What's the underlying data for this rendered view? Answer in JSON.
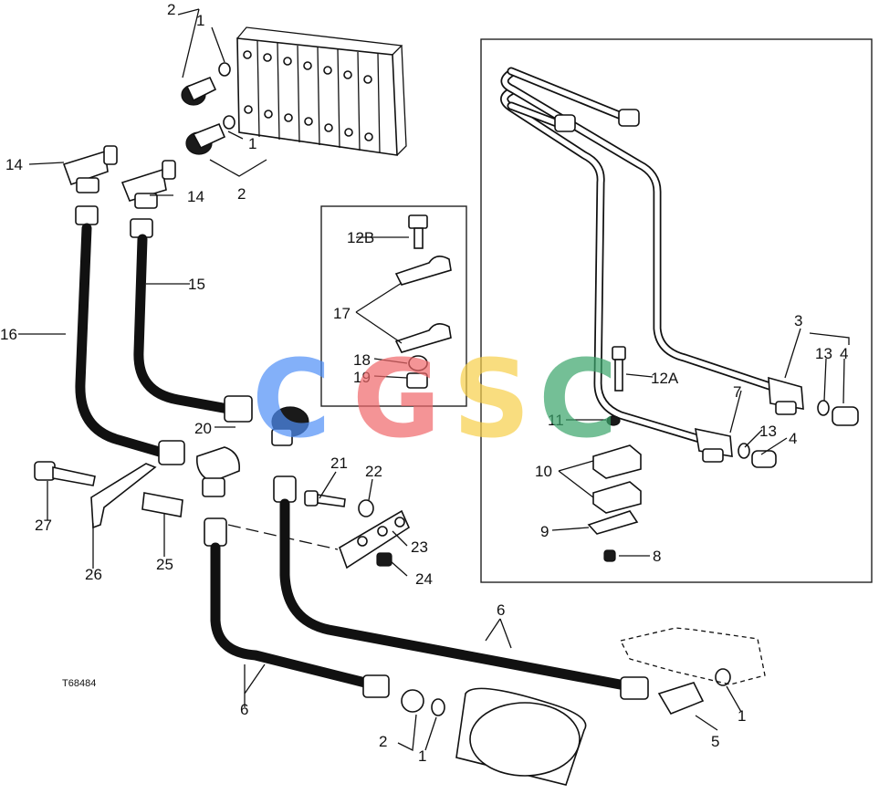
{
  "diagram": {
    "figure_code": "T68484",
    "watermark": {
      "text": "CGSC",
      "letters": [
        {
          "char": "C",
          "color": "#4f8ff7"
        },
        {
          "char": "G",
          "color": "#f0686a"
        },
        {
          "char": "S",
          "color": "#f7cf4a"
        },
        {
          "char": "C",
          "color": "#3aa56b"
        }
      ]
    },
    "callouts": {
      "c1": "1",
      "c1b": "1",
      "c1c": "1",
      "c1d": "1",
      "c2": "2",
      "c2b": "2",
      "c2c": "2",
      "c3": "3",
      "c4": "4",
      "c4b": "4",
      "c5": "5",
      "c6": "6",
      "c6b": "6",
      "c7": "7",
      "c8": "8",
      "c9": "9",
      "c10": "10",
      "c11": "11",
      "c12a": "12A",
      "c12b": "12B",
      "c13": "13",
      "c13b": "13",
      "c14": "14",
      "c14b": "14",
      "c15": "15",
      "c16": "16",
      "c17": "17",
      "c18": "18",
      "c19": "19",
      "c20": "20",
      "c21": "21",
      "c22": "22",
      "c23": "23",
      "c24": "24",
      "c25": "25",
      "c26": "26",
      "c27": "27"
    }
  }
}
